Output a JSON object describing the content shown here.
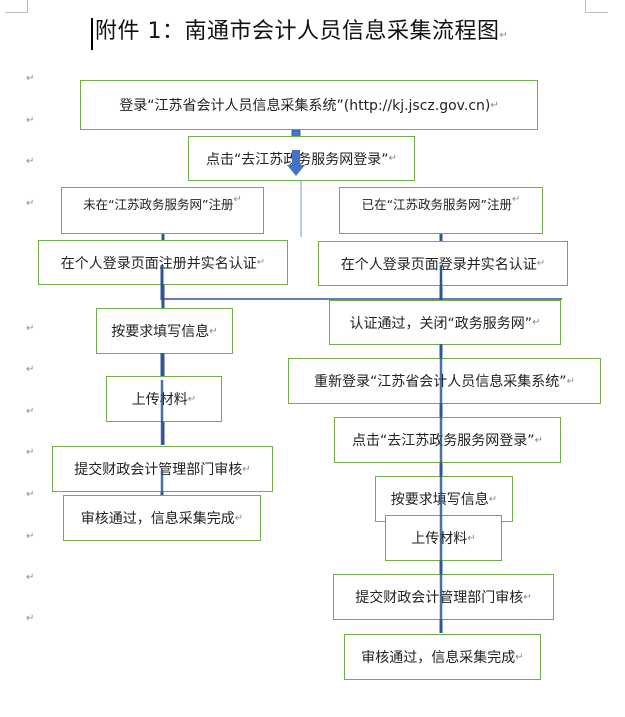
{
  "title": "附件 1：南通市会计人员信息采集流程图",
  "boxes": {
    "login_system": "登录“江苏省会计人员信息采集系统”(http://kj.jscz.gov.cn)",
    "click_gov_login": "点击“去江苏政务服务网登录”",
    "not_registered": "未在“江苏政务服务网”注册",
    "registered": "已在“江苏政务服务网”注册",
    "register_verify": "在个人登录页面注册并实名认证",
    "login_verify": "在个人登录页面登录并实名认证",
    "left_fill_info": "按要求填写信息",
    "verify_pass_close": "认证通过，关闭“政务服务网”",
    "relogin_system": "重新登录“江苏省会计人员信息采集系统”",
    "left_upload": "上传材料",
    "right_click_gov_login": "点击“去江苏政务服务网登录”",
    "left_submit": "提交财政会计管理部门审核",
    "right_fill_info": "按要求填写信息",
    "left_complete": "审核通过，信息采集完成",
    "right_upload": "上传材料",
    "right_submit": "提交财政会计管理部门审核",
    "right_complete": "审核通过，信息采集完成"
  },
  "paragraph_mark": "↵",
  "colors": {
    "box_border": "#70ad47",
    "connector": "#4472c4"
  }
}
